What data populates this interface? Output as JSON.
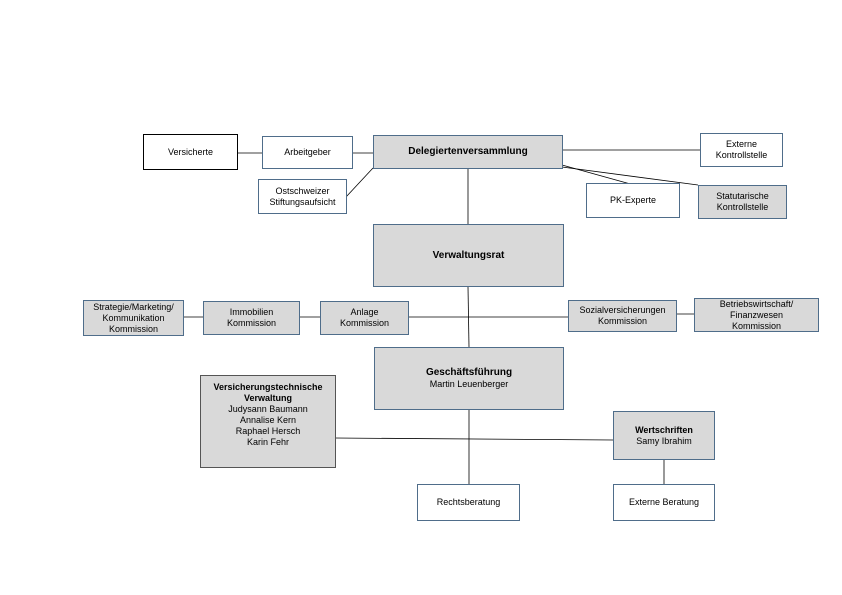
{
  "boxes": {
    "versicherte": {
      "label": "Versicherte"
    },
    "arbeitgeber": {
      "label": "Arbeitgeber"
    },
    "delegiertenversammlung": {
      "label": "Delegiertenversammlung"
    },
    "ostschweizer_stiftungsaufsicht": {
      "line1": "Ostschweizer",
      "line2": "Stiftungsaufsicht"
    },
    "externe_kontrollstelle": {
      "line1": "Externe",
      "line2": "Kontrollstelle"
    },
    "pk_experte": {
      "label": "PK-Experte"
    },
    "statutarische_kontrollstelle": {
      "line1": "Statutarische",
      "line2": "Kontrollstelle"
    },
    "verwaltungsrat": {
      "label": "Verwaltungsrat"
    },
    "strategie_kommission": {
      "line1": "Strategie/Marketing/",
      "line2": "Kommunikation",
      "line3": "Kommission"
    },
    "immobilien_kommission": {
      "line1": "Immobilien",
      "line2": "Kommission"
    },
    "anlage_kommission": {
      "line1": "Anlage",
      "line2": "Kommission"
    },
    "sozialversicherungen_kommission": {
      "line1": "Sozialversicherungen",
      "line2": "Kommission"
    },
    "betriebswirtschaft_kommission": {
      "line1": "Betriebswirtschaft/",
      "line2": "Finanzwesen",
      "line3": "Kommission"
    },
    "geschaeftsfuehrung": {
      "title": "Geschäftsführung",
      "person": "Martin Leuenberger"
    },
    "versicherungstechnische_verwaltung": {
      "title_line1": "Versicherungstechnische",
      "title_line2": "Verwaltung",
      "members": [
        "Judysann Baumann",
        "Annalise Kern",
        "Raphael Hersch",
        "Karin Fehr"
      ]
    },
    "wertschriften": {
      "title": "Wertschriften",
      "person": "Samy Ibrahim"
    },
    "rechtsberatung": {
      "label": "Rechtsberatung"
    },
    "externe_beratung": {
      "label": "Externe Beratung"
    }
  },
  "colors": {
    "box_fill_gray": "#d9d9d9",
    "box_fill_white": "#ffffff",
    "border_blue": "#4f6d8a",
    "line": "#000000"
  }
}
